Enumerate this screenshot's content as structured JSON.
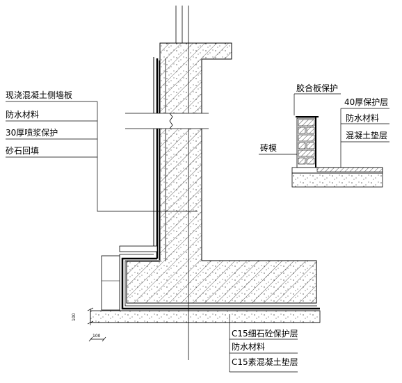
{
  "labels": {
    "left_1": "现浇混凝土侧墙板",
    "left_2": "防水材料",
    "left_3": "30厚喷浆保护",
    "left_4": "砂石回填",
    "inset_top": "胶合板保护",
    "inset_r1": "40厚保护层",
    "inset_r2": "防水材料",
    "inset_r3": "混凝土垫层",
    "inset_brick": "砖模",
    "bottom_1": "C15细石砼保护层",
    "bottom_2": "防水材料",
    "bottom_3": "C15素混凝土垫层"
  },
  "dimensions": {
    "vertical": "100",
    "horizontal": "100"
  },
  "colors": {
    "line": "#000000",
    "background": "#ffffff"
  }
}
